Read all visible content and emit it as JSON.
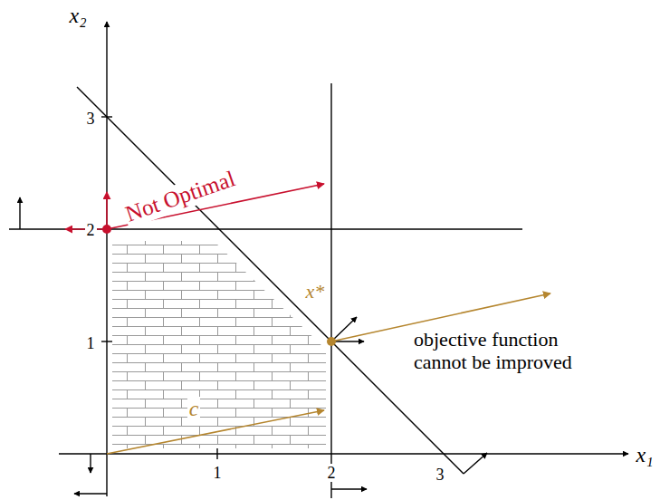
{
  "diagram": {
    "labels": [
      "x₂",
      "3",
      "2",
      "1",
      "1",
      "2",
      "3",
      "x₁",
      "Not Optimal",
      "x*",
      "objective function cannot be improved",
      "c"
    ]
  }
}
